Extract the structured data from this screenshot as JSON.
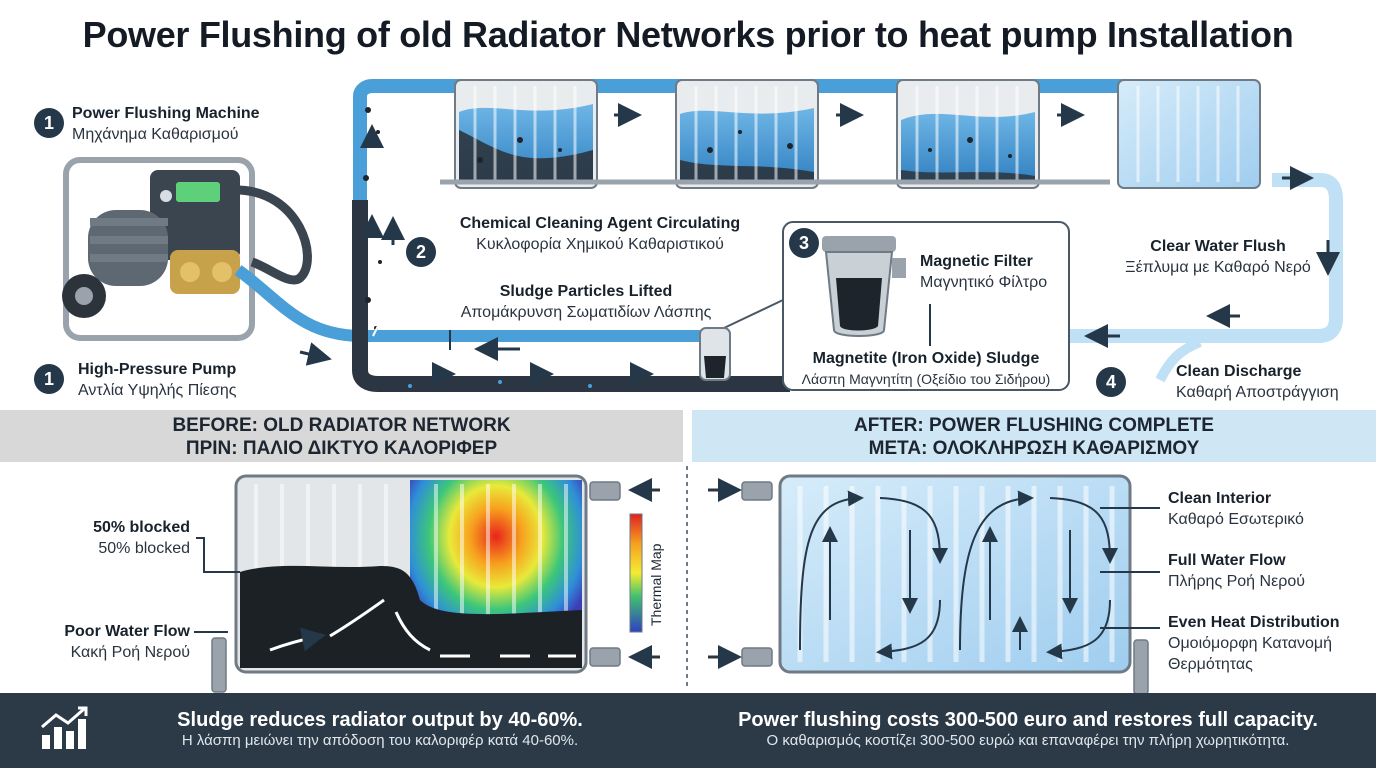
{
  "title": "Power Flushing of old Radiator Networks prior to heat pump Installation",
  "steps": {
    "machine": {
      "num": "1",
      "en": "Power Flushing Machine",
      "gr": "Μηχάνημα Καθαρισμού"
    },
    "pump": {
      "num": "1",
      "en": "High-Pressure Pump",
      "gr": "Αντλία Υψηλής Πίεσης"
    },
    "chemical": {
      "num": "2",
      "en": "Chemical Cleaning Agent Circulating",
      "gr": "Κυκλοφορία Χημικού Καθαριστικού"
    },
    "sludge": {
      "en": "Sludge Particles Lifted",
      "gr": "Απομάκρυνση Σωματιδίων Λάσπης"
    },
    "filter": {
      "num": "3",
      "en": "Magnetic Filter",
      "gr": "Μαγνητικό Φίλτρο"
    },
    "magnetite": {
      "en": "Magnetite (Iron Oxide) Sludge",
      "gr": "Λάσπη Μαγνητίτη (Οξείδιο του Σιδήρου)"
    },
    "clear": {
      "en": "Clear Water Flush",
      "gr": "Ξέπλυμα με Καθαρό Νερό"
    },
    "discharge": {
      "num": "4",
      "en": "Clean Discharge",
      "gr": "Καθαρή Αποστράγγιση"
    }
  },
  "before": {
    "heading_en": "BEFORE: OLD RADIATOR NETWORK",
    "heading_gr": "ΠΡΙΝ: ΠΑΛΙΟ ΔΙΚΤΥΟ ΚΑΛΟΡΙΦΕΡ",
    "blocked_en": "50% blocked",
    "blocked_gr": "50% blocked",
    "flow_en": "Poor Water Flow",
    "flow_gr": "Κακή Ροή Νερού",
    "thermal": "Thermal Map"
  },
  "after": {
    "heading_en": "AFTER: POWER FLUSHING COMPLETE",
    "heading_gr": "ΜΕΤΑ: ΟΛΟΚΛΗΡΩΣΗ ΚΑΘΑΡΙΣΜΟΥ",
    "interior_en": "Clean Interior",
    "interior_gr": "Καθαρό Εσωτερικό",
    "flow_en": "Full Water Flow",
    "flow_gr": "Πλήρης Ροή Νερού",
    "heat_en": "Even Heat Distribution",
    "heat_gr1": "Ομοιόμορφη Κατανομή",
    "heat_gr2": "Θερμότητας"
  },
  "footer": {
    "left_en": "Sludge reduces radiator output by 40-60%.",
    "left_gr": "Η λάσπη μειώνει την απόδοση του καλοριφέρ κατά 40-60%.",
    "right_en": "Power flushing costs 300-500 euro and restores full capacity.",
    "right_gr": "Ο καθαρισμός κοστίζει 300-500 ευρώ και επαναφέρει την πλήρη χωρητικότητα."
  },
  "colors": {
    "pipe_blue": "#4a9fd8",
    "pipe_dark": "#2b3642",
    "accent": "#25384a",
    "clean_water": "#bfe0f5"
  }
}
